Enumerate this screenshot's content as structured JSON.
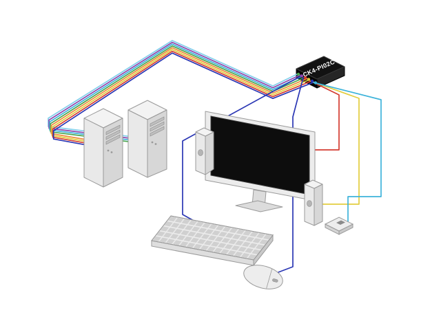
{
  "diagram": {
    "device_label": "CK4-PI02C",
    "cable_colors": {
      "red": "#d43b30",
      "orange": "#ee8c3c",
      "yellow": "#e3cd3e",
      "green": "#4aa64e",
      "cyan": "#3db3da",
      "blue": "#2a36b4",
      "purple": "#8d46ad",
      "sky": "#82cfec"
    },
    "port_colors": [
      "#4aa64e",
      "#8d46ad",
      "#d43b30",
      "#e3cd3e",
      "#2a36b4",
      "#3db3da"
    ],
    "components": {
      "kvm_switch": "kvm-switch-box",
      "computer_a": "computer-tower-left",
      "computer_b": "computer-tower-right",
      "monitor": "widescreen-monitor",
      "speaker_left": "speaker-left",
      "speaker_right": "speaker-right",
      "keyboard": "keyboard",
      "mouse": "mouse",
      "remote": "remote-switch"
    }
  }
}
